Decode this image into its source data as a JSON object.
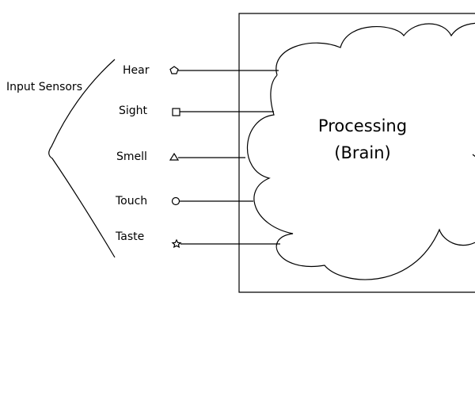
{
  "group_label": "Input Sensors",
  "sensors": [
    {
      "label": "Hear",
      "icon": "pentagon-icon"
    },
    {
      "label": "Sight",
      "icon": "square-icon"
    },
    {
      "label": "Smell",
      "icon": "triangle-icon"
    },
    {
      "label": "Touch",
      "icon": "circle-icon"
    },
    {
      "label": "Taste",
      "icon": "star-icon"
    }
  ],
  "processor": {
    "line1": "Processing",
    "line2": "(Brain)"
  }
}
